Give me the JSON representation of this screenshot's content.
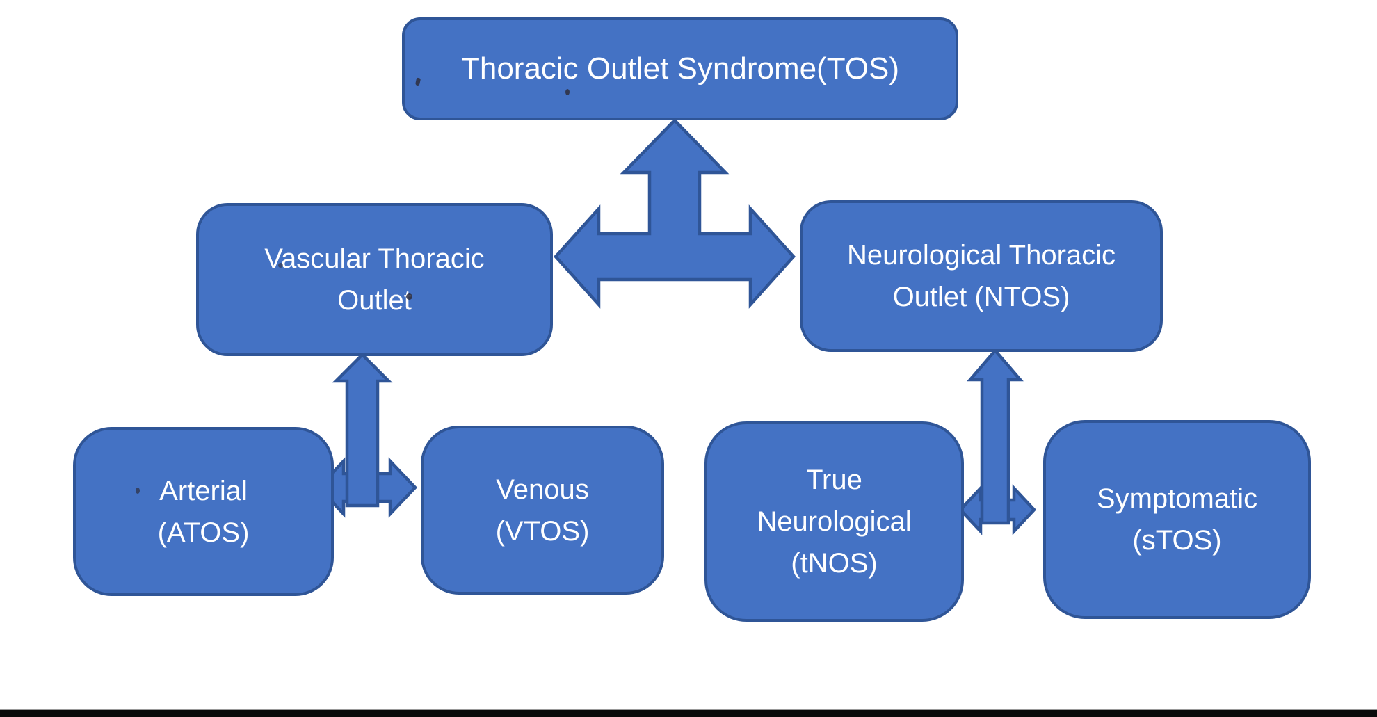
{
  "diagram": {
    "subject": "Thoracic Outlet Syndrome classification diagram"
  },
  "colors": {
    "background": "#FFFFFF",
    "node_fill": "#4472C4",
    "node_border": "#2F5597",
    "text": "#FFFFFF",
    "bottom_bar": "#0A0A0A",
    "bottom_bar_edge": "#999999"
  },
  "nodes": {
    "tos": {
      "label": "Thoracic Outlet Syndrome(TOS)"
    },
    "vascular": {
      "label": "Vascular Thoracic\nOutlet"
    },
    "ntos": {
      "label": "Neurological Thoracic\nOutlet (NTOS)"
    },
    "atos": {
      "label": "Arterial\n(ATOS)"
    },
    "vtos": {
      "label": "Venous\n(VTOS)"
    },
    "tnos": {
      "label": "True\nNeurological\n(tNOS)"
    },
    "stos": {
      "label": "Symptomatic\n(sTOS)"
    }
  },
  "connectors": [
    {
      "id": "tos-branch-arrow",
      "type": "three-way-arrow",
      "links": "TOS / Vascular Thoracic Outlet / Neurological Thoracic Outlet"
    },
    {
      "id": "vascular-down-arrow",
      "type": "up-arrow",
      "links": "Vascular Thoracic Outlet / ATOS-VTOS row"
    },
    {
      "id": "vascular-subtypes-arrow",
      "type": "double-headed-arrow",
      "links": "Arterial (ATOS) / Venous (VTOS)"
    },
    {
      "id": "ntos-down-arrow",
      "type": "up-arrow",
      "links": "Neurological Thoracic Outlet / tNOS-sTOS row"
    },
    {
      "id": "ntos-subtypes-arrow",
      "type": "double-headed-arrow",
      "links": "True Neurological (tNOS) / Symptomatic (sTOS)"
    }
  ]
}
